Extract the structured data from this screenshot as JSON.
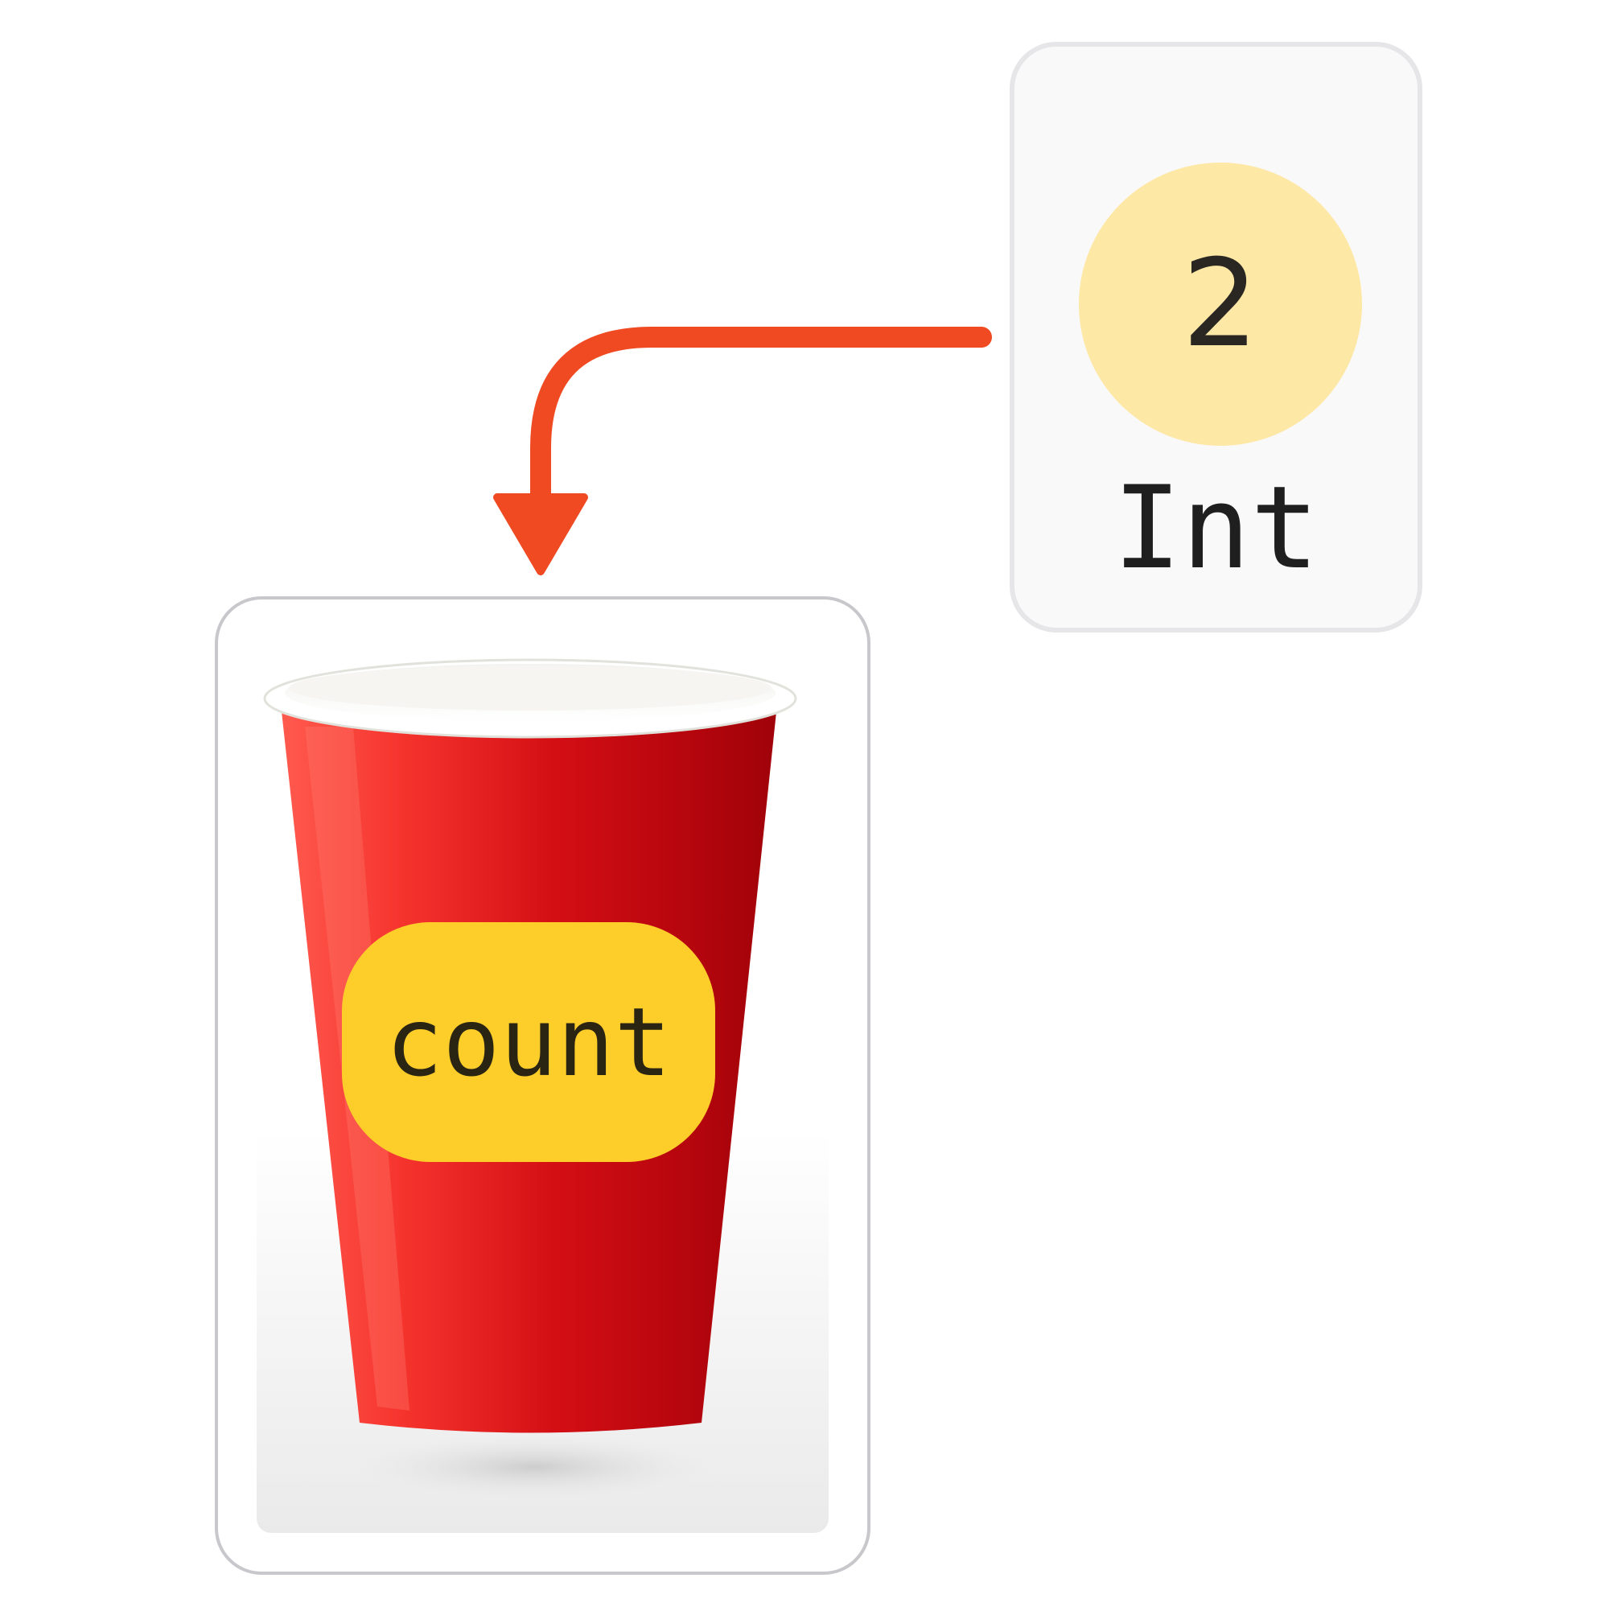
{
  "value_card": {
    "value": "2",
    "type_name": "Int"
  },
  "variable": {
    "name": "count"
  },
  "colors": {
    "arrow": "#f04a23",
    "value_circle": "#fee8a6",
    "label_background": "#fdce2a",
    "cup_red": "#e0151b",
    "card_background": "#f9f9fa"
  },
  "icons": {
    "arrow": "curved-down-arrow-icon",
    "cup": "paper-cup-icon"
  }
}
